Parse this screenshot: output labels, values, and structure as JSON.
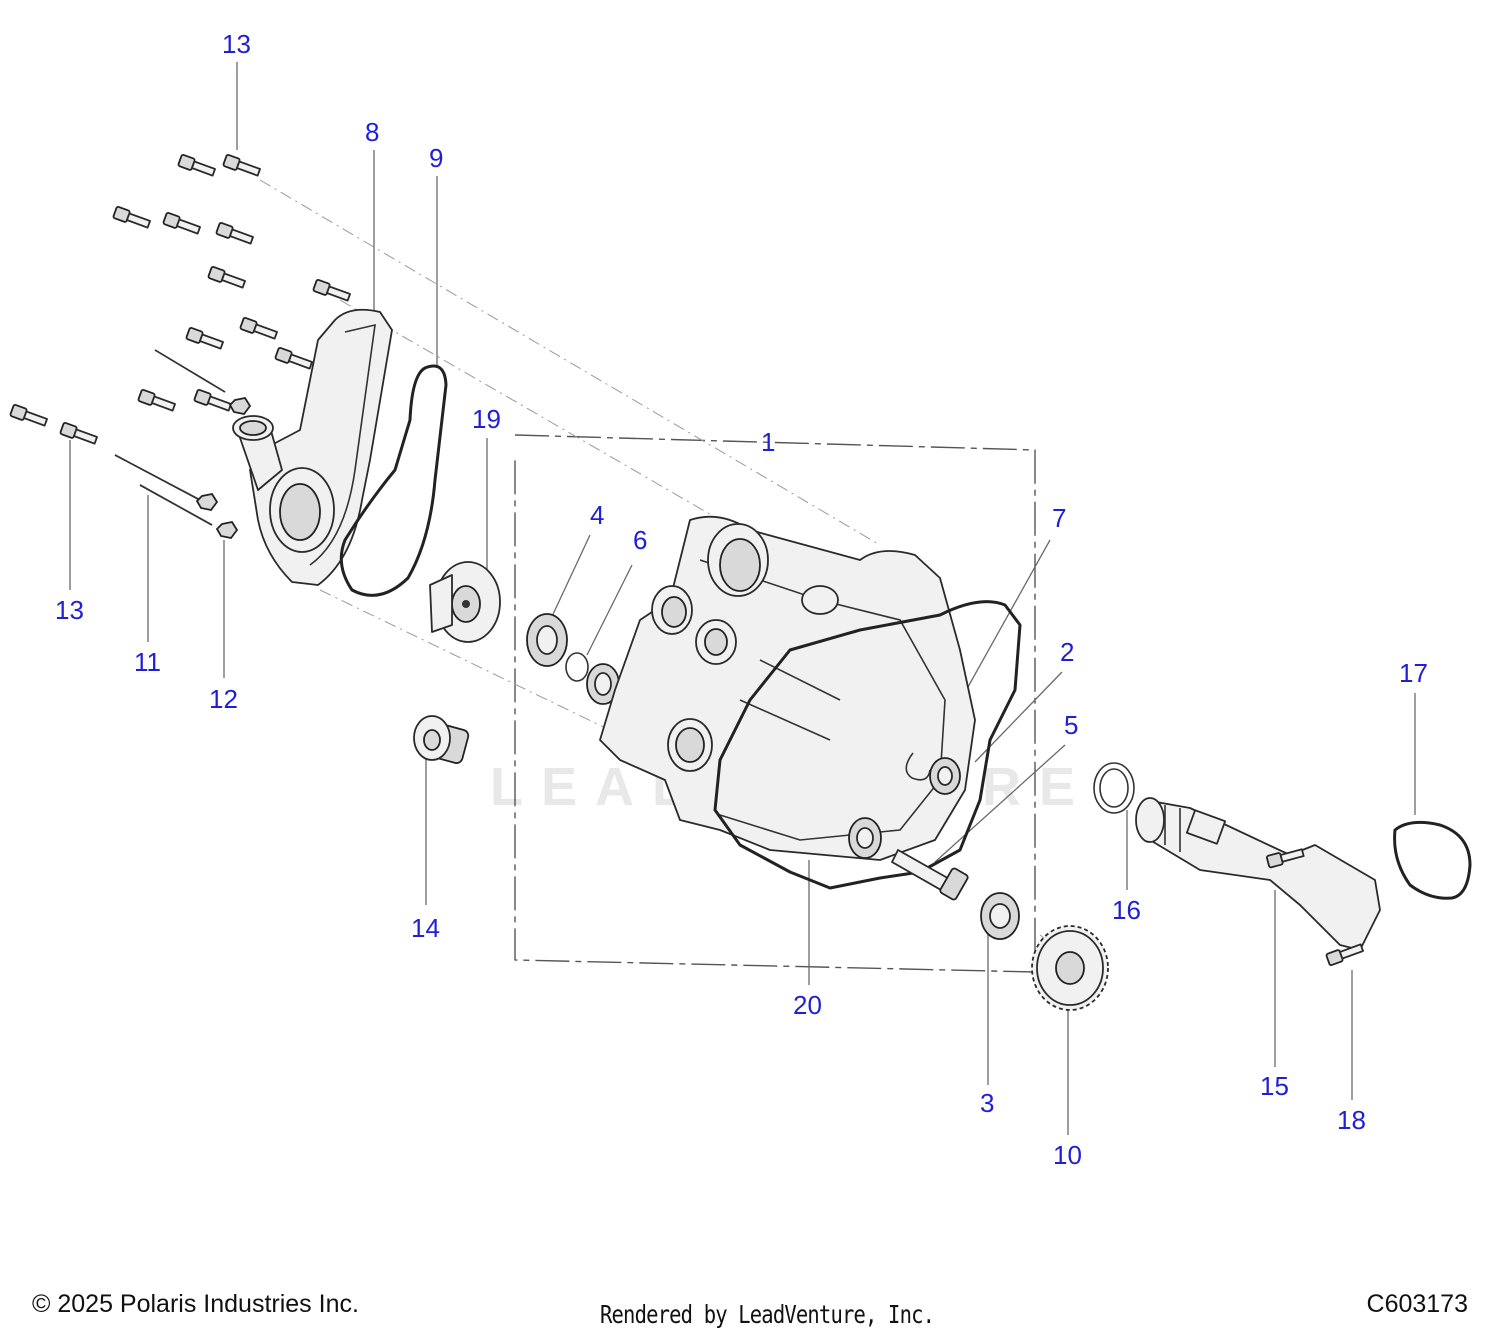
{
  "callouts": {
    "c1": "1",
    "c2": "2",
    "c3": "3",
    "c4": "4",
    "c5": "5",
    "c6": "6",
    "c7": "7",
    "c8": "8",
    "c9": "9",
    "c10": "10",
    "c11": "11",
    "c12": "12",
    "c13a": "13",
    "c13b": "13",
    "c14": "14",
    "c15": "15",
    "c16": "16",
    "c17": "17",
    "c18": "18",
    "c19": "19",
    "c20": "20"
  },
  "watermark": "LEADVENTURE",
  "footer": {
    "copyright": "© 2025 Polaris Industries Inc.",
    "rendered_by": "Rendered by LeadVenture, Inc.",
    "diagram_code": "C603173"
  },
  "colors": {
    "callout": "#1f1fd6",
    "line": "#333333"
  }
}
